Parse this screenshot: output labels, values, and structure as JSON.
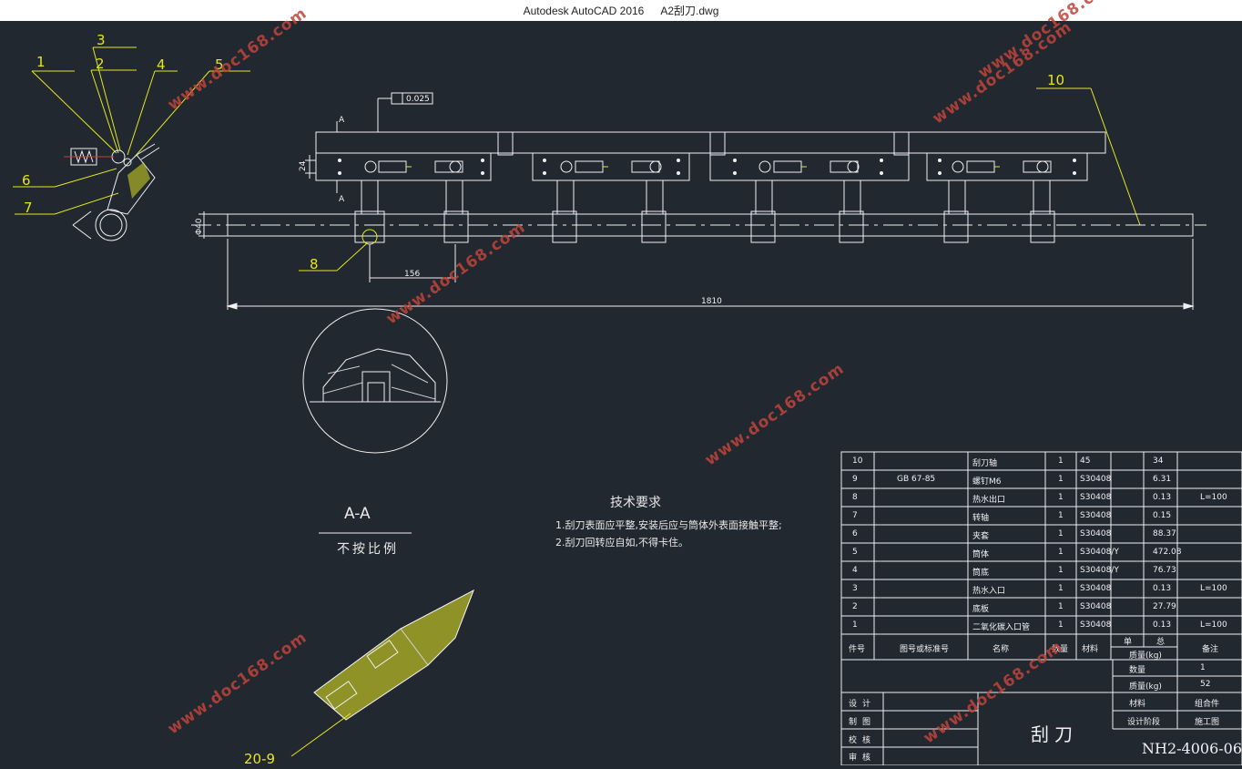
{
  "window": {
    "app": "Autodesk AutoCAD 2016",
    "file": "A2刮刀.dwg"
  },
  "callouts": [
    "1",
    "2",
    "3",
    "4",
    "5",
    "6",
    "7",
    "8",
    "10"
  ],
  "dimensions": {
    "tolerance": "0.025",
    "section_mark": "A",
    "height_24": "24",
    "diameter": "Φ40",
    "spacing": "156",
    "total_length": "1810",
    "bottom_label": "20-9"
  },
  "section_view": {
    "title": "A-A",
    "subtitle": "不按比例"
  },
  "tech_requirements": {
    "title": "技术要求",
    "lines": [
      "1.刮刀表面应平整,安装后应与筒体外表面接触平整;",
      "2.刮刀回转应自如,不得卡住。"
    ]
  },
  "bom": {
    "rows": [
      {
        "no": "10",
        "code": "",
        "name": "刮刀轴",
        "qty": "1",
        "material": "45",
        "unit_weight": "",
        "total_weight": "34",
        "note": ""
      },
      {
        "no": "9",
        "code": "GB 67-85",
        "name": "螺钉M6",
        "qty": "1",
        "material": "S30408",
        "unit_weight": "",
        "total_weight": "6.31",
        "note": ""
      },
      {
        "no": "8",
        "code": "",
        "name": "热水出口",
        "qty": "1",
        "material": "S30408",
        "unit_weight": "",
        "total_weight": "0.13",
        "note": "L=100"
      },
      {
        "no": "7",
        "code": "",
        "name": "转轴",
        "qty": "1",
        "material": "S30408",
        "unit_weight": "",
        "total_weight": "0.15",
        "note": ""
      },
      {
        "no": "6",
        "code": "",
        "name": "夹套",
        "qty": "1",
        "material": "S30408",
        "unit_weight": "",
        "total_weight": "88.37",
        "note": ""
      },
      {
        "no": "5",
        "code": "",
        "name": "筒体",
        "qty": "1",
        "material": "S30408/Y",
        "unit_weight": "",
        "total_weight": "472.08",
        "note": ""
      },
      {
        "no": "4",
        "code": "",
        "name": "筒底",
        "qty": "1",
        "material": "S30408/Y",
        "unit_weight": "",
        "total_weight": "76.73",
        "note": ""
      },
      {
        "no": "3",
        "code": "",
        "name": "热水入口",
        "qty": "1",
        "material": "S30408",
        "unit_weight": "",
        "total_weight": "0.13",
        "note": "L=100"
      },
      {
        "no": "2",
        "code": "",
        "name": "底板",
        "qty": "1",
        "material": "S30408",
        "unit_weight": "",
        "total_weight": "27.79",
        "note": ""
      },
      {
        "no": "1",
        "code": "",
        "name": "二氧化碳入口管",
        "qty": "1",
        "material": "S30408",
        "unit_weight": "",
        "total_weight": "0.13",
        "note": "L=100"
      }
    ],
    "header": {
      "no": "件号",
      "code": "图号或标准号",
      "name": "名称",
      "qty": "数量",
      "material": "材料",
      "single": "单",
      "total": "总",
      "weight": "质量(kg)",
      "note": "备注"
    }
  },
  "title_block": {
    "qty_label": "数量",
    "qty_value": "1",
    "weight_label": "质量(kg)",
    "weight_value": "52",
    "material_label": "材料",
    "material_value": "组合件",
    "stage_label": "设计阶段",
    "stage_value": "施工图",
    "design": "设计",
    "draw": "制图",
    "check": "校核",
    "audit": "审核",
    "part_name": "刮刀",
    "drawing_no": "NH2-4006-06"
  },
  "watermark": "www.doc168.com",
  "colors": {
    "background": "#212830",
    "line_white": "#f0f0f0",
    "leader_yellow": "#e6e61e",
    "watermark": "#c0443a",
    "hatch": "#d9d920"
  }
}
